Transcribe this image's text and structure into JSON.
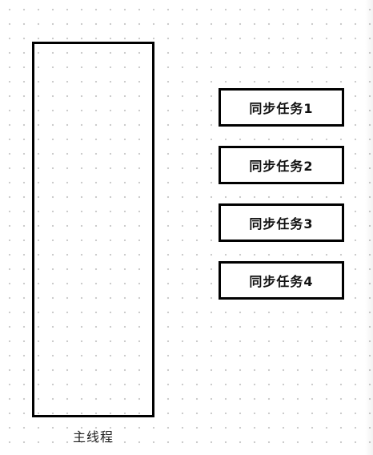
{
  "diagram": {
    "main_thread": {
      "label": "主线程"
    },
    "tasks": [
      {
        "label": "同步任务1"
      },
      {
        "label": "同步任务2"
      },
      {
        "label": "同步任务3"
      },
      {
        "label": "同步任务4"
      }
    ]
  }
}
